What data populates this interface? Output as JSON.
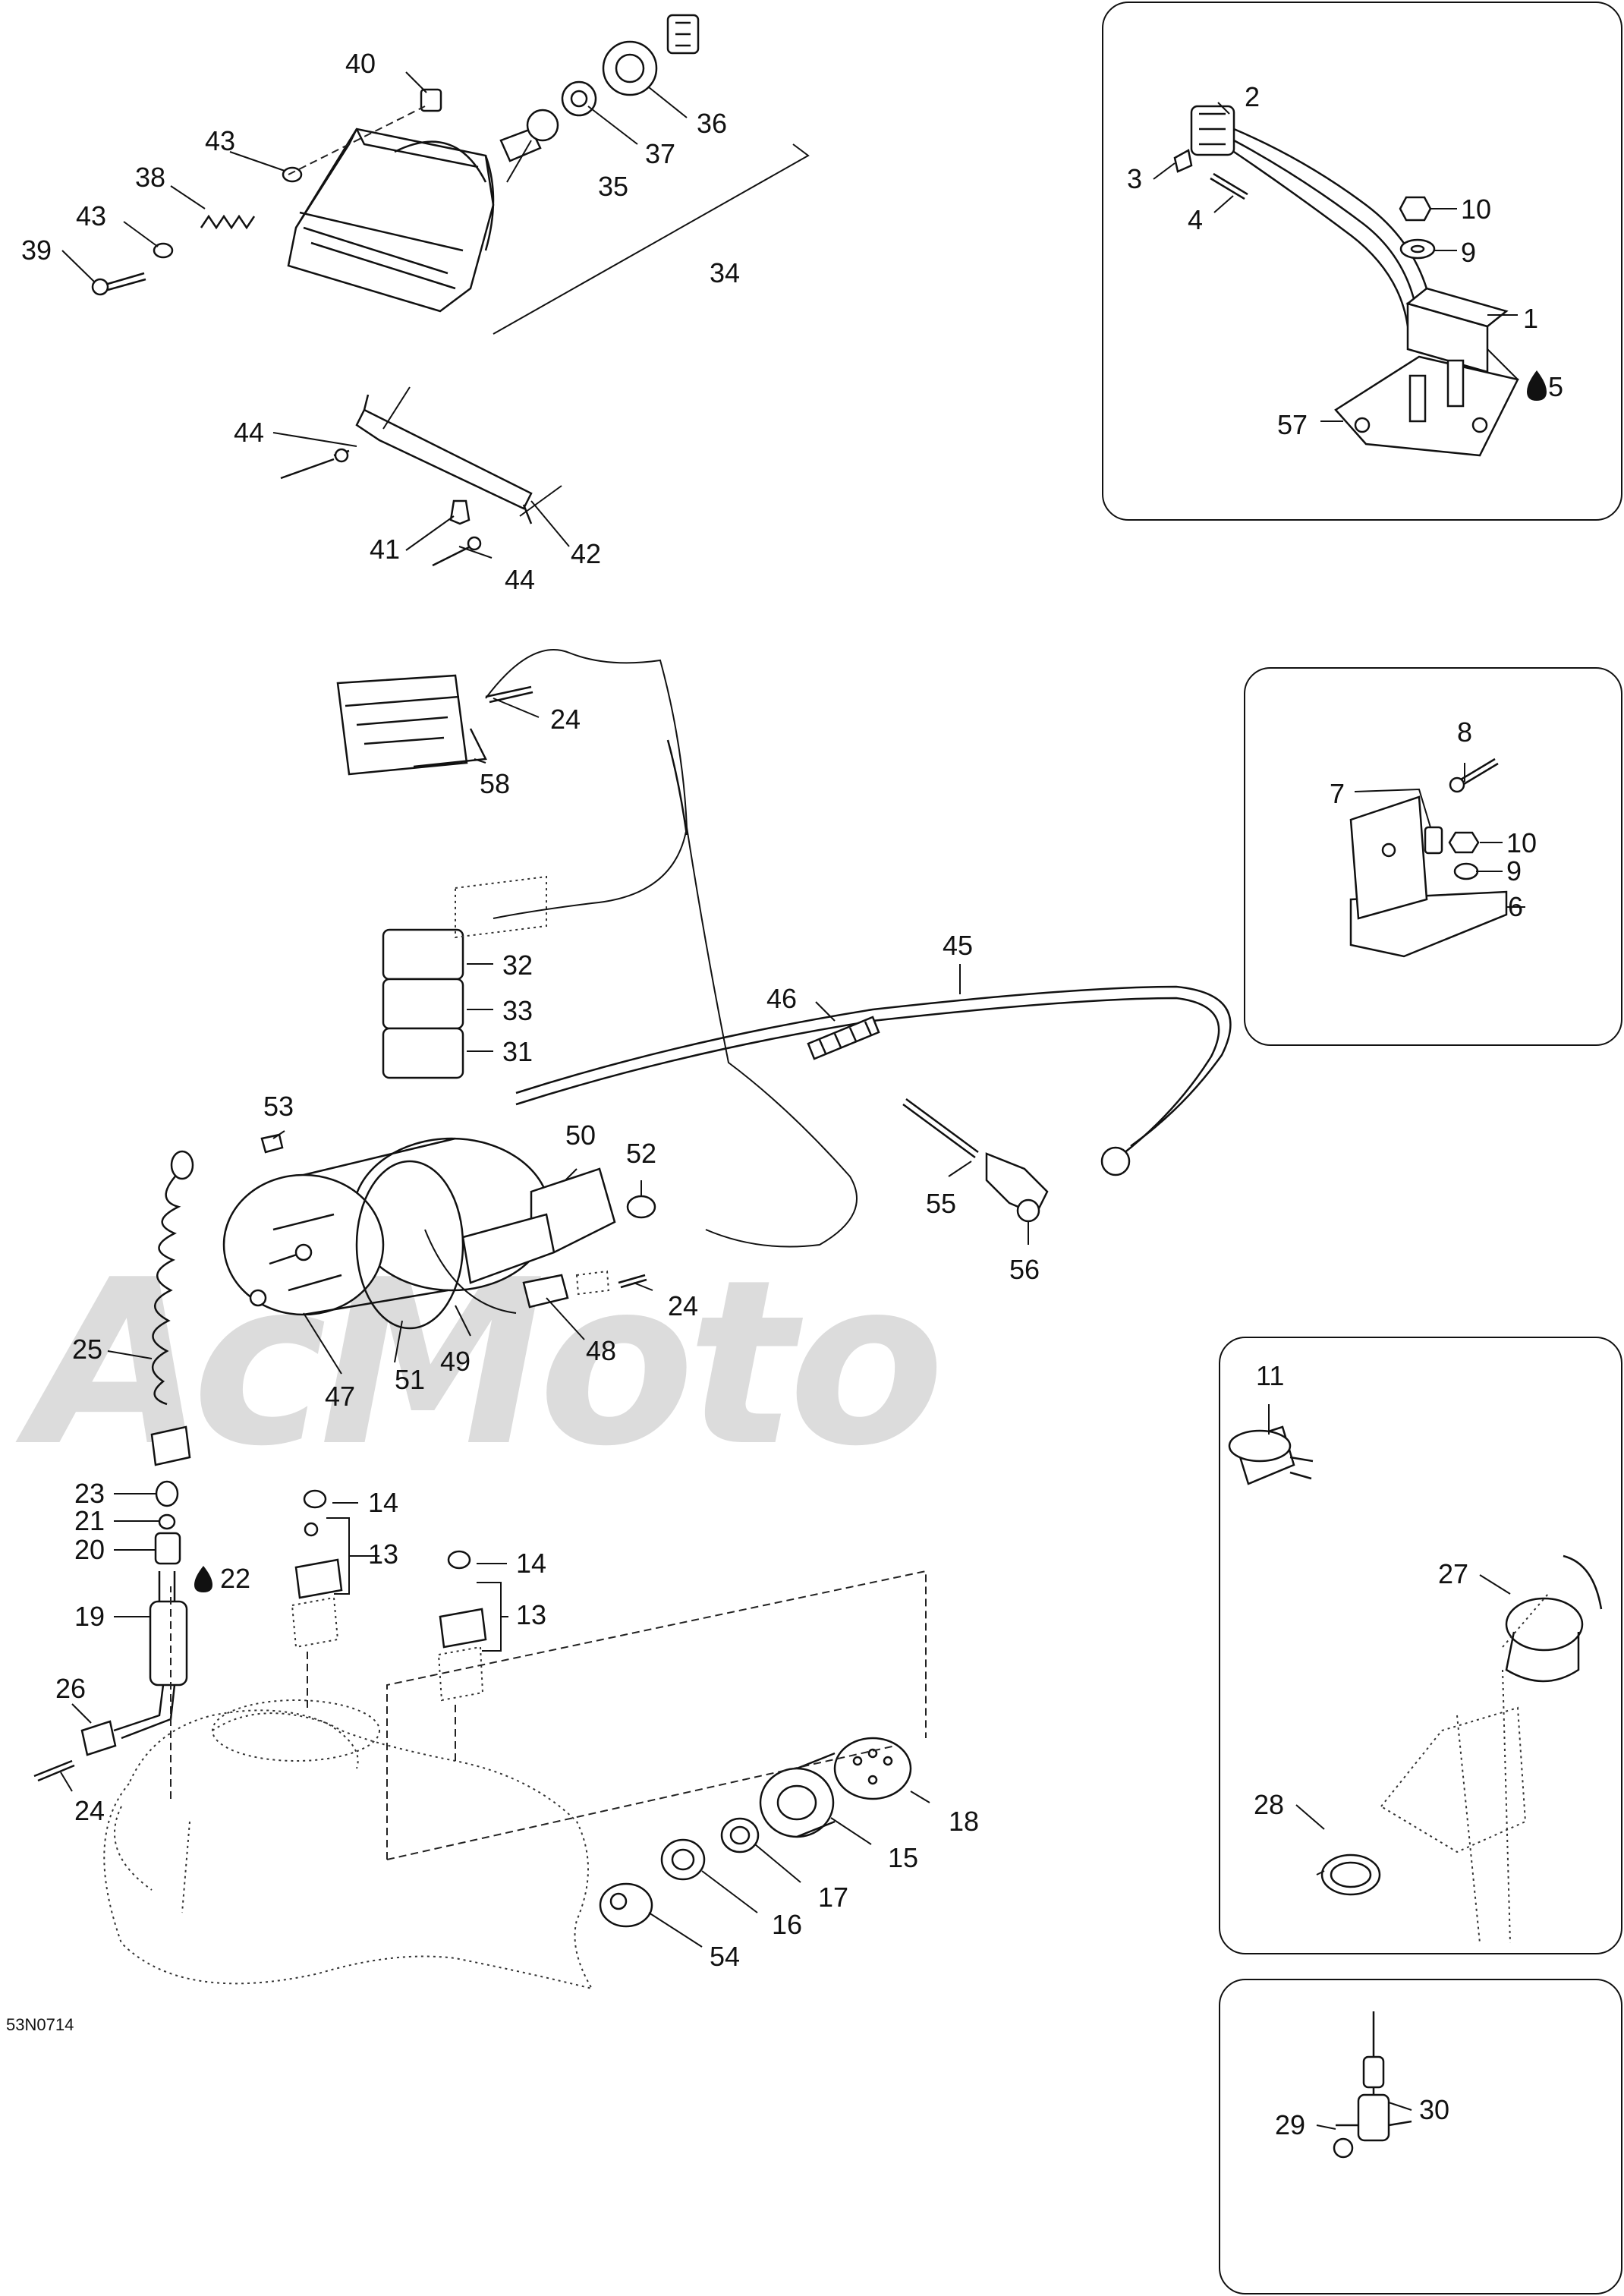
{
  "drawing": {
    "doc_id": "53N0714",
    "watermark": "AcMoto",
    "colors": {
      "line": "#111111",
      "watermark": "#dcdcdc",
      "background": "#ffffff"
    },
    "callouts": {
      "c1": "1",
      "c2": "2",
      "c3": "3",
      "c4": "4",
      "c5": "5",
      "c6": "6",
      "c7": "7",
      "c8": "8",
      "c9a": "9",
      "c9b": "9",
      "c10a": "10",
      "c10b": "10",
      "c11": "11",
      "c13a": "13",
      "c13b": "13",
      "c14a": "14",
      "c14b": "14",
      "c15": "15",
      "c16": "16",
      "c17": "17",
      "c18": "18",
      "c19": "19",
      "c20": "20",
      "c21": "21",
      "c22": "22",
      "c23": "23",
      "c24a": "24",
      "c24b": "24",
      "c24c": "24",
      "c25": "25",
      "c26": "26",
      "c27": "27",
      "c28": "28",
      "c29": "29",
      "c30": "30",
      "c31": "31",
      "c32": "32",
      "c33": "33",
      "c34": "34",
      "c35": "35",
      "c36": "36",
      "c37": "37",
      "c38": "38",
      "c39": "39",
      "c40": "40",
      "c41": "41",
      "c42": "42",
      "c43a": "43",
      "c43b": "43",
      "c44a": "44",
      "c44b": "44",
      "c45": "45",
      "c46": "46",
      "c47": "47",
      "c48": "48",
      "c49": "49",
      "c50": "50",
      "c51": "51",
      "c52": "52",
      "c53": "53",
      "c54": "54",
      "c55": "55",
      "c56": "56",
      "c57": "57",
      "c58": "58"
    },
    "icons": {
      "oil_drop": "droplet-icon"
    }
  }
}
